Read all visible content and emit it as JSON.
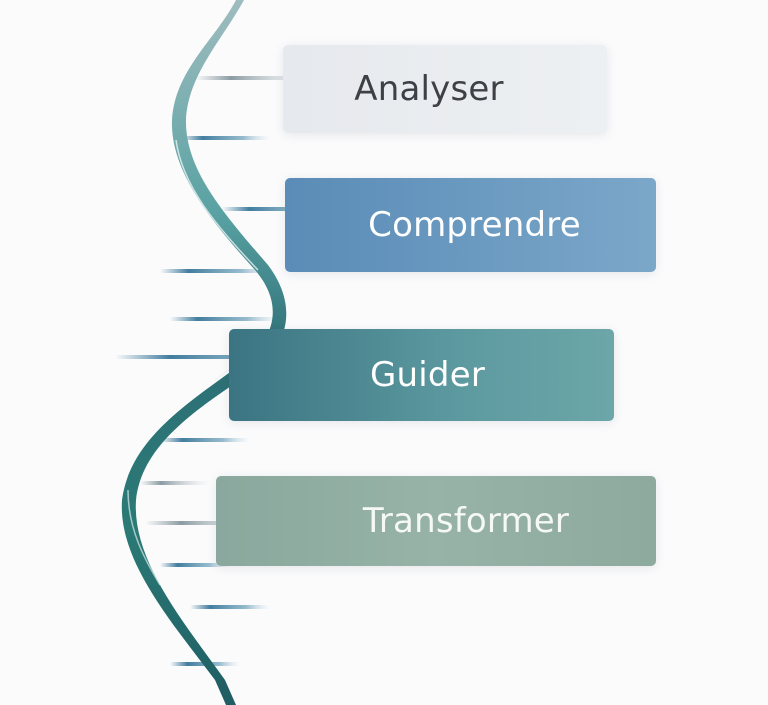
{
  "diagram": {
    "type": "dna-helix-steps",
    "steps": [
      {
        "label": "Analyser",
        "color": "#e8ebef",
        "text_color": "#3d4046"
      },
      {
        "label": "Comprendre",
        "color": "#6a9ac0",
        "text_color": "#ffffff"
      },
      {
        "label": "Guider",
        "color": "#4f8a93",
        "text_color": "#ffffff"
      },
      {
        "label": "Transformer",
        "color": "#91aea3",
        "text_color": "#f5f8f6"
      }
    ],
    "helix_colors": {
      "strand_main": "#3f8a8c",
      "strand_dark": "#1f5e63",
      "strand_light": "#7fb5b5",
      "rung": "#3e7fa3"
    }
  }
}
